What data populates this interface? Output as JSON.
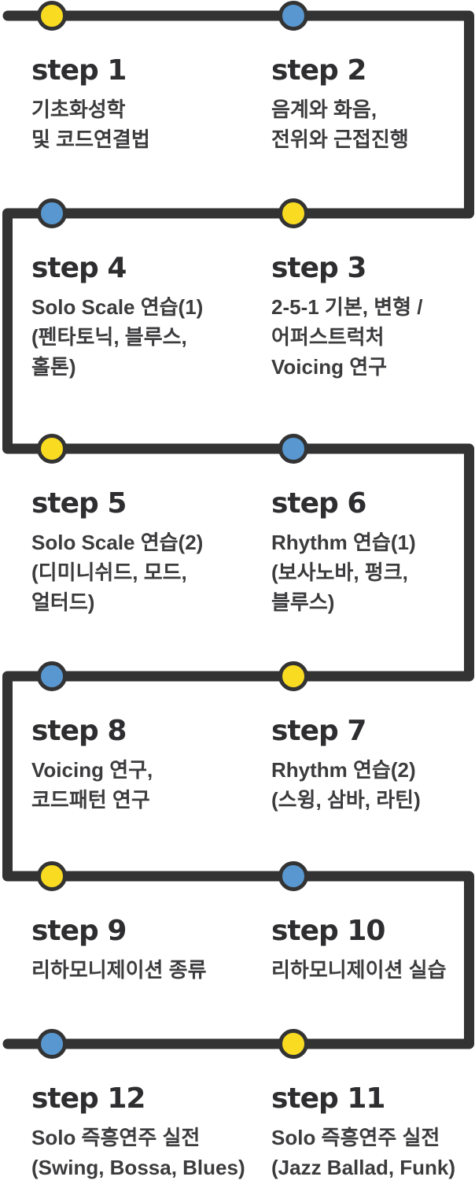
{
  "colors": {
    "line": "#333333",
    "yellow_dot": "#F9DB22",
    "blue_dot": "#5897CF",
    "title_text": "#2E2E30",
    "body_text": "#3C3C3E",
    "background": "#FFFFFF"
  },
  "steps": [
    {
      "label": "step 1",
      "dot_color": "yellow",
      "side": "left",
      "row": 1,
      "description_lines": [
        "기초화성학",
        "및 코드연결법"
      ]
    },
    {
      "label": "step 2",
      "dot_color": "blue",
      "side": "right",
      "row": 1,
      "description_lines": [
        "음계와 화음,",
        "전위와 근접진행"
      ]
    },
    {
      "label": "step 3",
      "dot_color": "yellow",
      "side": "right",
      "row": 2,
      "description_lines": [
        "2-5-1 기본, 변형 /",
        "어퍼스트럭처",
        "Voicing 연구"
      ]
    },
    {
      "label": "step 4",
      "dot_color": "blue",
      "side": "left",
      "row": 2,
      "description_lines": [
        "Solo Scale 연습(1)",
        "(펜타토닉, 블루스,",
        "홀톤)"
      ]
    },
    {
      "label": "step 5",
      "dot_color": "yellow",
      "side": "left",
      "row": 3,
      "description_lines": [
        "Solo Scale 연습(2)",
        "(디미니쉬드, 모드,",
        "얼터드)"
      ]
    },
    {
      "label": "step 6",
      "dot_color": "blue",
      "side": "right",
      "row": 3,
      "description_lines": [
        "Rhythm 연습(1)",
        "(보사노바, 펑크,",
        "블루스)"
      ]
    },
    {
      "label": "step 7",
      "dot_color": "yellow",
      "side": "right",
      "row": 4,
      "description_lines": [
        "Rhythm 연습(2)",
        "(스윙, 삼바, 라틴)"
      ]
    },
    {
      "label": "step 8",
      "dot_color": "blue",
      "side": "left",
      "row": 4,
      "description_lines": [
        "Voicing 연구,",
        "코드패턴 연구"
      ]
    },
    {
      "label": "step 9",
      "dot_color": "yellow",
      "side": "left",
      "row": 5,
      "description_lines": [
        "리하모니제이션 종류"
      ]
    },
    {
      "label": "step 10",
      "dot_color": "blue",
      "side": "right",
      "row": 5,
      "description_lines": [
        "리하모니제이션 실습"
      ]
    },
    {
      "label": "step 11",
      "dot_color": "yellow",
      "side": "right",
      "row": 6,
      "description_lines": [
        "Solo 즉흥연주 실전",
        "(Jazz Ballad, Funk)"
      ]
    },
    {
      "label": "step 12",
      "dot_color": "blue",
      "side": "left",
      "row": 6,
      "description_lines": [
        "Solo 즉흥연주 실전",
        "(Swing, Bossa, Blues)"
      ]
    }
  ]
}
